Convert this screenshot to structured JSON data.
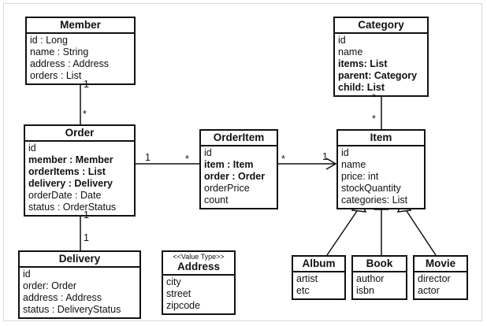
{
  "classes": {
    "member": {
      "name": "Member",
      "attributes": [
        {
          "text": "id : Long",
          "bold": false
        },
        {
          "text": "name : String",
          "bold": false
        },
        {
          "text": "address : Address",
          "bold": false
        },
        {
          "text": "orders : List",
          "bold": false
        }
      ]
    },
    "order": {
      "name": "Order",
      "attributes": [
        {
          "text": "id",
          "bold": false
        },
        {
          "text": "member : Member",
          "bold": true
        },
        {
          "text": "orderItems : List",
          "bold": true
        },
        {
          "text": "delivery : Delivery",
          "bold": true
        },
        {
          "text": "orderDate : Date",
          "bold": false
        },
        {
          "text": "status : OrderStatus",
          "bold": false
        }
      ]
    },
    "delivery": {
      "name": "Delivery",
      "attributes": [
        {
          "text": "id",
          "bold": false
        },
        {
          "text": "order: Order",
          "bold": false
        },
        {
          "text": "address : Address",
          "bold": false
        },
        {
          "text": "status : DeliveryStatus",
          "bold": false
        }
      ]
    },
    "orderitem": {
      "name": "OrderItem",
      "attributes": [
        {
          "text": "id",
          "bold": false
        },
        {
          "text": "item : Item",
          "bold": true
        },
        {
          "text": "order : Order",
          "bold": true
        },
        {
          "text": "orderPrice",
          "bold": false
        },
        {
          "text": "count",
          "bold": false
        }
      ]
    },
    "address": {
      "stereotype": "<<Value Type>>",
      "name": "Address",
      "attributes": [
        {
          "text": "city",
          "bold": false
        },
        {
          "text": "street",
          "bold": false
        },
        {
          "text": "zipcode",
          "bold": false
        }
      ]
    },
    "category": {
      "name": "Category",
      "attributes": [
        {
          "text": "id",
          "bold": false
        },
        {
          "text": "name",
          "bold": false
        },
        {
          "text": "items: List",
          "bold": true
        },
        {
          "text": "parent: Category",
          "bold": true
        },
        {
          "text": "child: List",
          "bold": true
        }
      ]
    },
    "item": {
      "name": "Item",
      "attributes": [
        {
          "text": "id",
          "bold": false
        },
        {
          "text": "name",
          "bold": false
        },
        {
          "text": "price: int",
          "bold": false
        },
        {
          "text": "stockQuantity",
          "bold": false
        },
        {
          "text": "categories: List",
          "bold": false
        }
      ]
    },
    "album": {
      "name": "Album",
      "attributes": [
        {
          "text": "artist",
          "bold": false
        },
        {
          "text": "etc",
          "bold": false
        }
      ]
    },
    "book": {
      "name": "Book",
      "attributes": [
        {
          "text": "author",
          "bold": false
        },
        {
          "text": "isbn",
          "bold": false
        }
      ]
    },
    "movie": {
      "name": "Movie",
      "attributes": [
        {
          "text": "director",
          "bold": false
        },
        {
          "text": "actor",
          "bold": false
        }
      ]
    }
  },
  "multiplicities": {
    "member_order_member_end": "1",
    "member_order_order_end": "*",
    "order_orderitem_order_end": "1",
    "order_orderitem_orderitem_end": "*",
    "orderitem_item_orderitem_end": "*",
    "orderitem_item_item_end": "1",
    "order_delivery_order_end": "1",
    "order_delivery_delivery_end": "1",
    "category_item_category_end": "*",
    "category_item_item_end": "*"
  },
  "colors": {
    "line": "#111111",
    "frame": "#d7d7d7",
    "background": "#ffffff"
  }
}
